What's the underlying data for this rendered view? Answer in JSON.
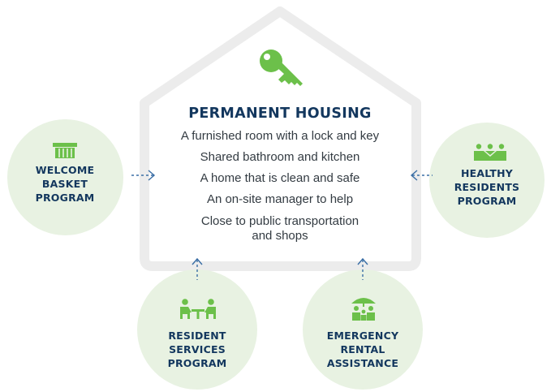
{
  "colors": {
    "navy": "#13375e",
    "green": "#6cc04a",
    "circle_bg": "#e8f2e2",
    "house_outline": "#ececec",
    "arrow": "#3a6ea5"
  },
  "center": {
    "icon": "key-icon",
    "title": "PERMANENT HOUSING",
    "features": [
      [
        "A furnished room with a lock and key"
      ],
      [
        "Shared bathroom and kitchen"
      ],
      [
        "A home that is clean and safe"
      ],
      [
        "An on-site manager to help"
      ],
      [
        "Close to public transportation",
        "and shops"
      ]
    ]
  },
  "programs": {
    "welcome": {
      "icon": "basket-icon",
      "lines": [
        "WELCOME",
        "BASKET",
        "PROGRAM"
      ]
    },
    "healthy": {
      "icon": "people-group-icon",
      "lines": [
        "HEALTHY",
        "RESIDENTS",
        "PROGRAM"
      ]
    },
    "resident": {
      "icon": "meeting-table-icon",
      "lines": [
        "RESIDENT",
        "SERVICES",
        "PROGRAM"
      ]
    },
    "emergency": {
      "icon": "umbrella-family-icon",
      "lines": [
        "EMERGENCY",
        "RENTAL",
        "ASSISTANCE"
      ]
    }
  }
}
